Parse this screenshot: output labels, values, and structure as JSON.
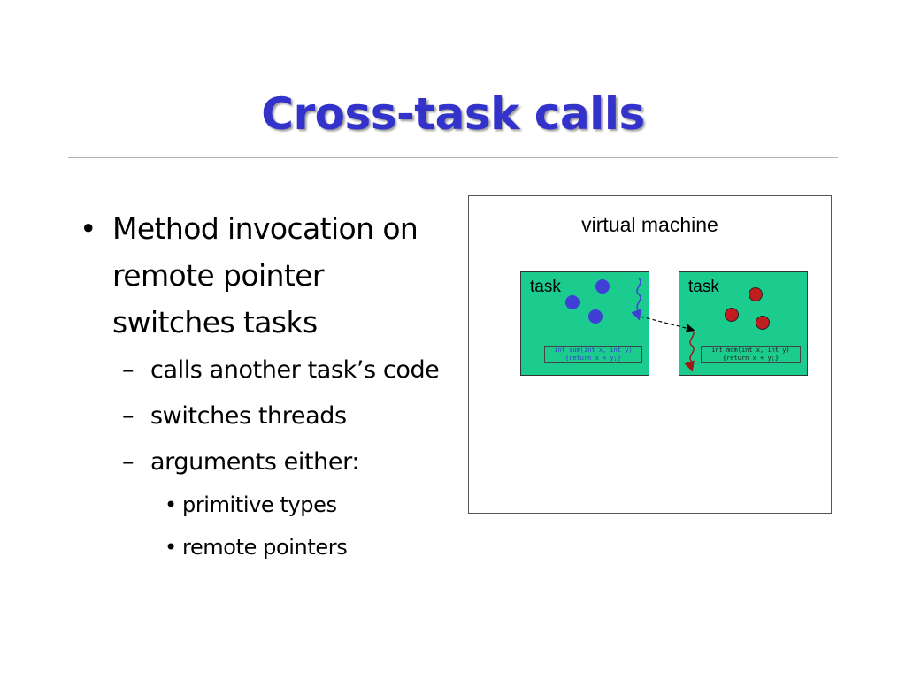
{
  "slide": {
    "title": "Cross-task calls"
  },
  "bullets": {
    "main": {
      "marker": "•",
      "text": "Method invocation on remote pointer switches tasks"
    },
    "subs": [
      {
        "marker": "–",
        "text": "calls another task’s code"
      },
      {
        "marker": "–",
        "text": "switches threads"
      },
      {
        "marker": "–",
        "text": "arguments either:"
      }
    ],
    "subsubs": [
      {
        "marker": "•",
        "text": "primitive types"
      },
      {
        "marker": "•",
        "text": "remote pointers"
      }
    ]
  },
  "diagram": {
    "vm_label": "virtual machine",
    "tasks": [
      {
        "label": "task",
        "code": "int sum(int x, int y)\n{return x + y;}",
        "dot_color": "#3f3fd6",
        "code_text_color": "#3a3ad0"
      },
      {
        "label": "task",
        "code": "int mom(int x, int y)\n{return x + y;}",
        "dot_color": "#c01e1e",
        "code_text_color": "#222222"
      }
    ],
    "colors": {
      "task_fill": "#1ccc8e",
      "thread_blue": "#3f3fd6",
      "thread_red": "#a01818",
      "call_arrow": "#000000"
    }
  }
}
